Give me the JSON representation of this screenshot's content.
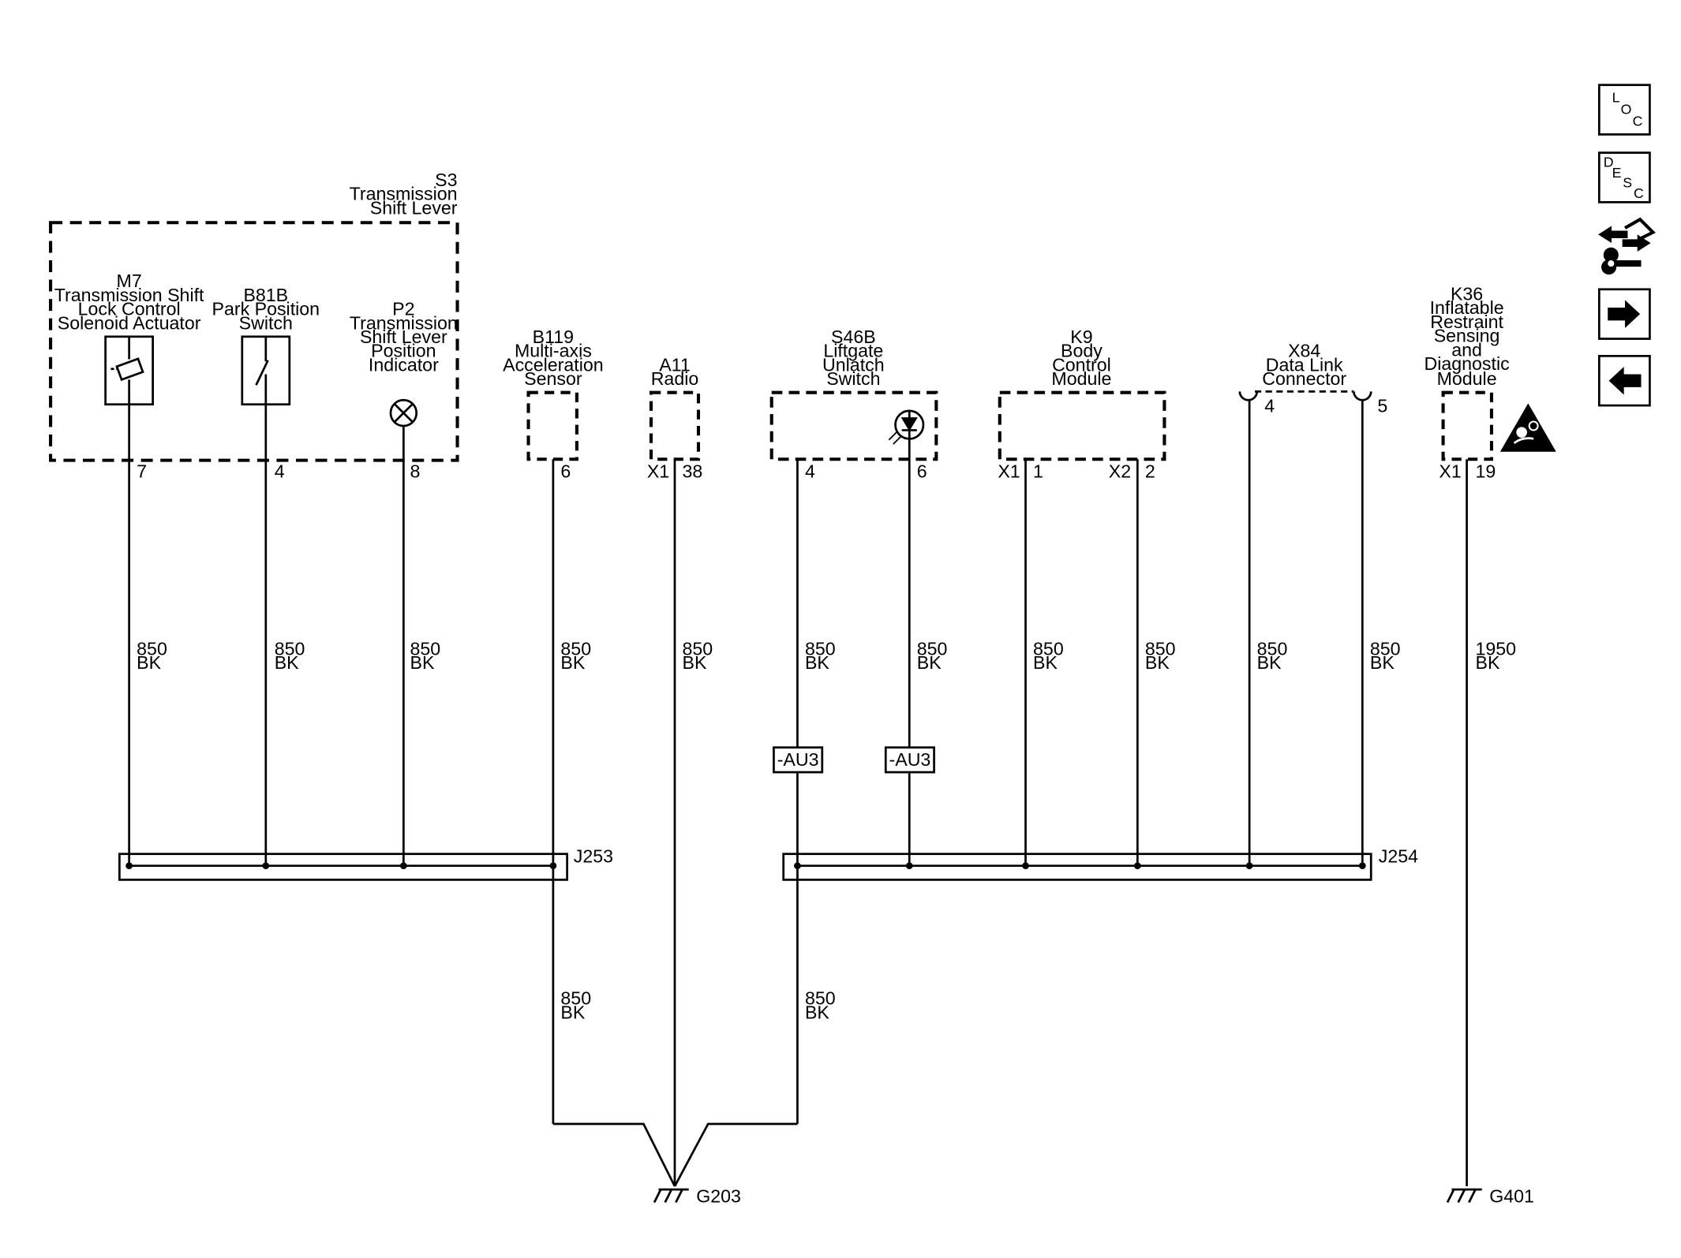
{
  "components": {
    "s3": {
      "id": "S3",
      "l1": "Transmission",
      "l2": "Shift Lever"
    },
    "m7": {
      "id": "M7",
      "l1": "Transmission Shift",
      "l2": "Lock Control",
      "l3": "Solenoid Actuator",
      "pin": "7"
    },
    "b81b": {
      "id": "B81B",
      "l1": "Park Position",
      "l2": "Switch",
      "pin": "4"
    },
    "p2": {
      "id": "P2",
      "l1": "Transmission",
      "l2": "Shift Lever",
      "l3": "Position",
      "l4": "Indicator",
      "pin": "8"
    },
    "b119": {
      "id": "B119",
      "l1": "Multi-axis",
      "l2": "Acceleration",
      "l3": "Sensor",
      "pin": "6"
    },
    "a11": {
      "id": "A11",
      "l1": "Radio",
      "conn": "X1",
      "pin": "38"
    },
    "s46b": {
      "id": "S46B",
      "l1": "Liftgate",
      "l2": "Unlatch",
      "l3": "Switch",
      "pin_a": "4",
      "pin_b": "6"
    },
    "k9": {
      "id": "K9",
      "l1": "Body",
      "l2": "Control",
      "l3": "Module",
      "conn_a": "X1",
      "pin_a": "1",
      "conn_b": "X2",
      "pin_b": "2"
    },
    "x84": {
      "id": "X84",
      "l1": "Data Link",
      "l2": "Connector",
      "pin_a": "4",
      "pin_b": "5"
    },
    "k36": {
      "id": "K36",
      "l1": "Inflatable",
      "l2": "Restraint",
      "l3": "Sensing",
      "l4": "and",
      "l5": "Diagnostic",
      "l6": "Module",
      "conn": "X1",
      "pin": "19"
    }
  },
  "wires": {
    "w850": "850",
    "w1950": "1950",
    "color_bk": "BK"
  },
  "options": {
    "au3": "-AU3"
  },
  "splices": {
    "j253": "J253",
    "j254": "J254"
  },
  "grounds": {
    "g203": "G203",
    "g401": "G401"
  },
  "sidebar": {
    "loc": {
      "l": "L",
      "o": "O",
      "c": "C"
    },
    "desc": {
      "d": "D",
      "e": "E",
      "s": "S",
      "c": "C"
    },
    "icons": [
      "connector-repair-icon",
      "arrow-right-icon",
      "arrow-left-icon"
    ]
  },
  "colors": {
    "line": "#000000",
    "background": "#ffffff"
  }
}
